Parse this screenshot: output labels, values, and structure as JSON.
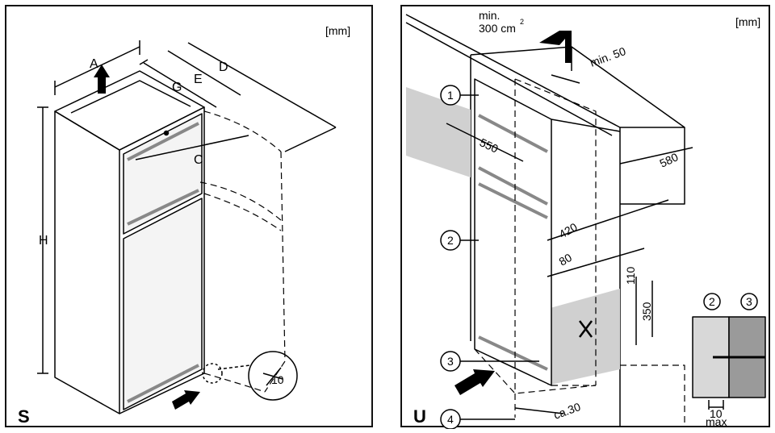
{
  "panel_s": {
    "unit": "[mm]",
    "letter": "S",
    "labels": {
      "A": "A",
      "G": "G",
      "E": "E",
      "D": "D",
      "C": "C",
      "H": "H",
      "ten": "10"
    }
  },
  "panel_u": {
    "unit": "[mm]",
    "letter": "U",
    "vent_top_1": "min.",
    "vent_top_2": "300 cm",
    "vent_sup": "2",
    "min50": "min. 50",
    "d550": "550",
    "d580": "580",
    "d420": "420",
    "d80": "80",
    "d110": "110",
    "d350": "350",
    "ca30": "ca.30",
    "callouts": [
      "1",
      "2",
      "3",
      "4"
    ],
    "detail": {
      "n2": "2",
      "n3": "3",
      "ten": "10",
      "max": "max"
    }
  }
}
